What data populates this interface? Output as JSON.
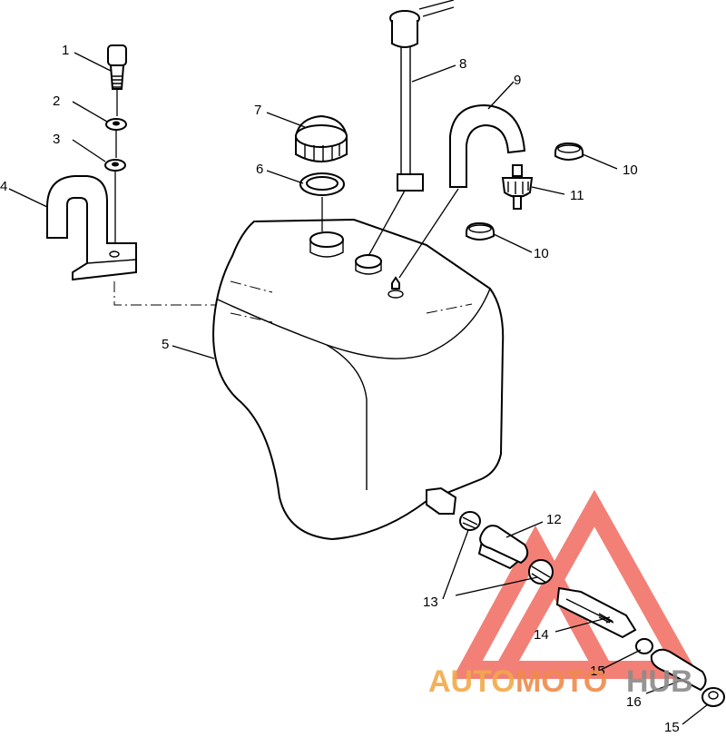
{
  "diagram": {
    "callouts": [
      "1",
      "2",
      "3",
      "4",
      "5",
      "6",
      "7",
      "8",
      "9",
      "10",
      "10",
      "11",
      "12",
      "13",
      "14",
      "15",
      "16",
      "15"
    ]
  },
  "watermark": {
    "text_part1": "AUTO",
    "text_part2": "MOTO",
    "text_part3": "HUB",
    "colors": {
      "triangle": "#f06b60",
      "auto": "#f2a94a",
      "moto": "#f08a4a",
      "hub": "#8a8a8a"
    }
  }
}
